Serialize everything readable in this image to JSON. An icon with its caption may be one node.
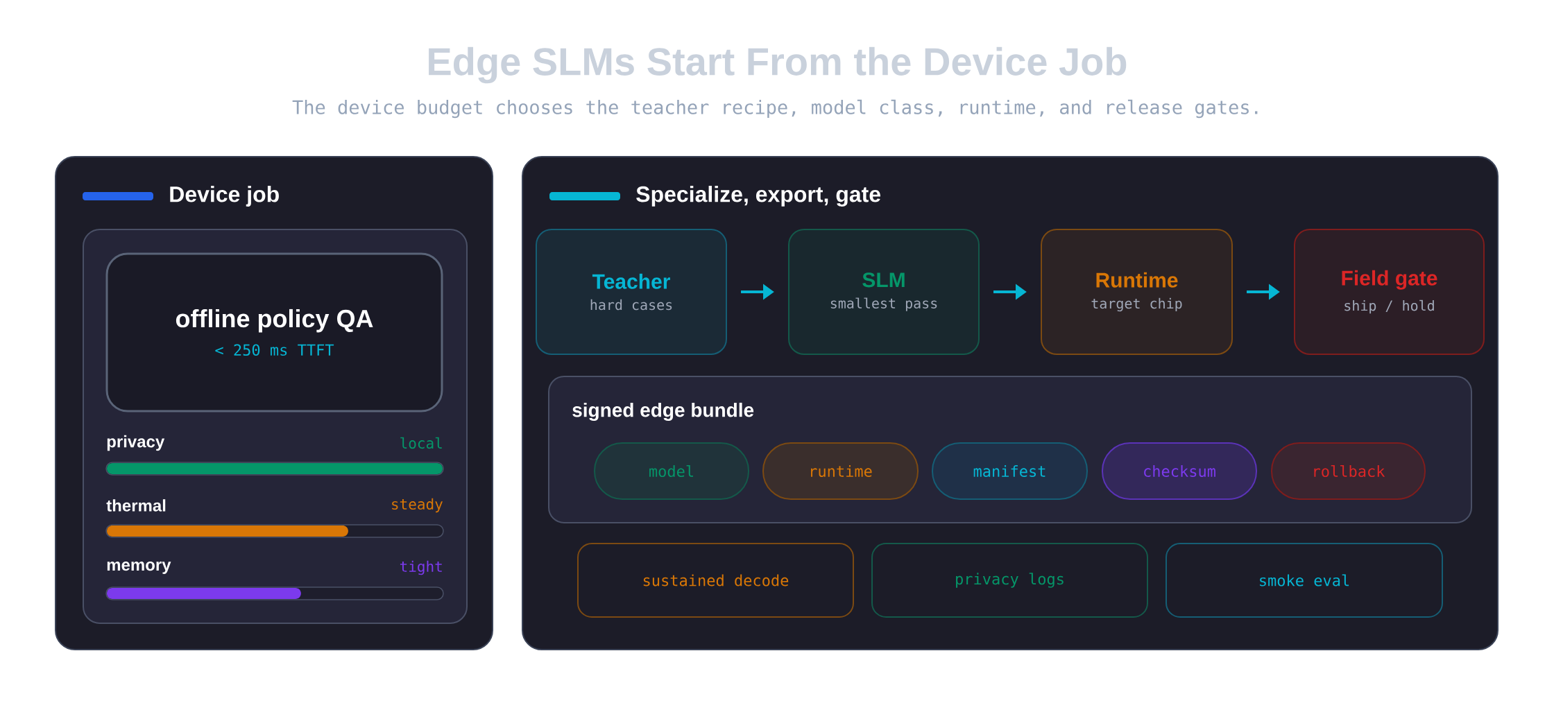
{
  "diagram": {
    "title": "Edge SLMs Start From the Device Job",
    "caption": "The device budget chooses the teacher recipe, model class, runtime, and release gates.",
    "nodes": [
      {
        "text": [
          "Device job"
        ]
      },
      {
        "text": [],
        "shape": "box",
        "in": 0
      },
      {
        "text": [
          "offline policy QA",
          "< 250 ms TTFT"
        ],
        "in": 1
      },
      {
        "text": [
          "Specialize, export, gate"
        ]
      },
      {
        "text": [
          "Teacher",
          "hard cases"
        ],
        "in": 3
      },
      {
        "text": [
          "SLM",
          "smallest pass"
        ],
        "in": 3
      },
      {
        "text": [
          "Runtime",
          "target chip"
        ],
        "in": 3
      },
      {
        "text": [
          "Field gate",
          "ship / hold"
        ],
        "in": 3
      },
      {
        "text": [
          "signed edge bundle"
        ],
        "in": 3
      },
      {
        "text": [
          "model"
        ],
        "in": 8
      },
      {
        "text": [
          "runtime"
        ],
        "in": 8
      },
      {
        "text": [
          "manifest"
        ],
        "in": 8
      },
      {
        "text": [
          "checksum"
        ],
        "in": 8
      },
      {
        "text": [
          "rollback"
        ],
        "in": 8
      },
      {
        "text": [
          "sustained decode"
        ],
        "in": 3
      },
      {
        "text": [
          "privacy logs"
        ],
        "in": 3
      },
      {
        "text": [
          "smoke eval"
        ],
        "in": 3
      }
    ],
    "edges": [
      {
        "from": 4,
        "to": 5,
        "arrow": "to"
      },
      {
        "from": 5,
        "to": 6,
        "arrow": "to"
      },
      {
        "from": 6,
        "to": 7,
        "arrow": "to"
      }
    ],
    "labels": [
      "privacy",
      "local",
      "thermal",
      "steady",
      "memory",
      "tight"
    ]
  }
}
